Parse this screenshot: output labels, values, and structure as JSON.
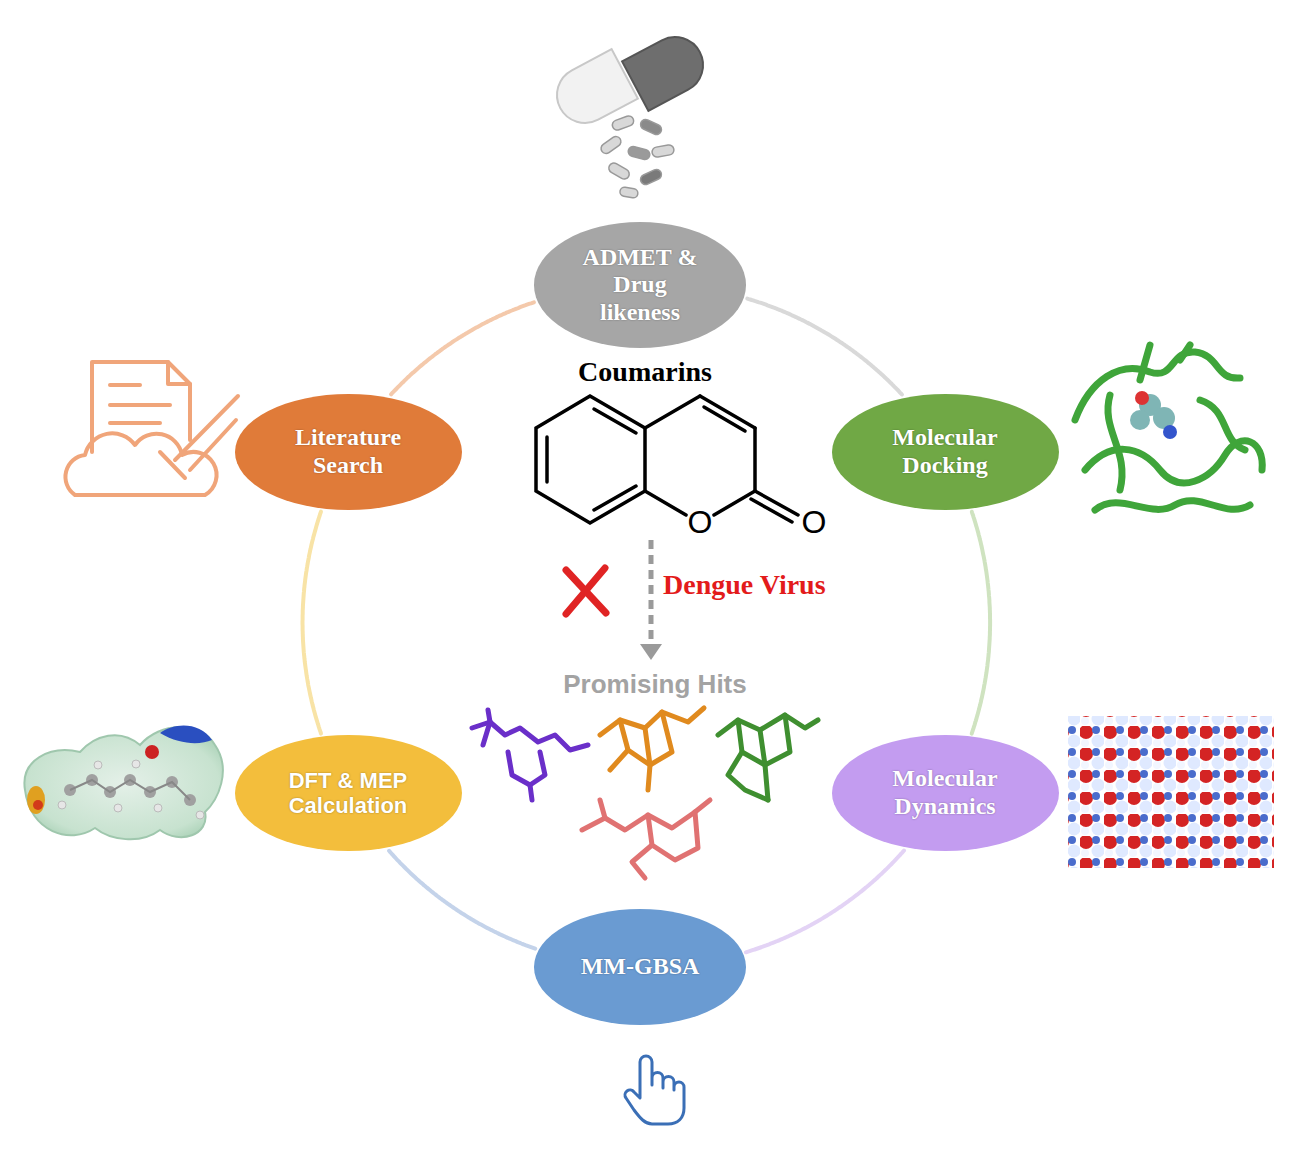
{
  "diagram": {
    "nodes": [
      {
        "text": [
          "ADMET & Drug likeness"
        ]
      },
      {
        "text": [
          "Literature Search"
        ]
      },
      {
        "text": [
          "Molecular Docking"
        ]
      },
      {
        "text": [
          "DFT & MEP Calculation"
        ]
      },
      {
        "text": [
          "Molecular Dynamics"
        ]
      },
      {
        "text": [
          "MM-GBSA"
        ]
      }
    ],
    "edges": [
      {
        "from": 1,
        "to": 0,
        "arrow": "none"
      },
      {
        "from": 0,
        "to": 2,
        "arrow": "none"
      },
      {
        "from": 2,
        "to": 4,
        "arrow": "none"
      },
      {
        "from": 4,
        "to": 5,
        "arrow": "none"
      },
      {
        "from": 5,
        "to": 3,
        "arrow": "none"
      },
      {
        "from": 3,
        "to": 1,
        "arrow": "none"
      }
    ],
    "labels": [
      "Coumarins",
      "O",
      "O",
      "Dengue Virus",
      "Promising Hits"
    ]
  }
}
